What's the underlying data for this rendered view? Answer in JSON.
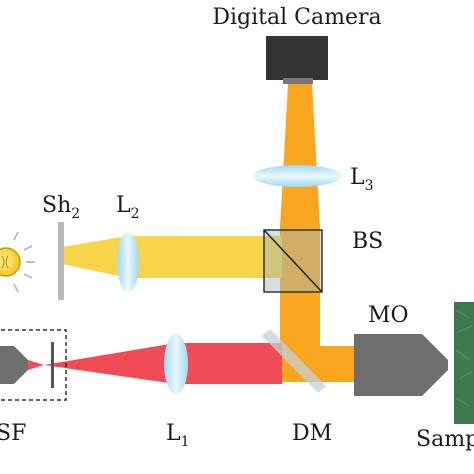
{
  "labels": {
    "camera": "Digital Camera",
    "shutter": "Sh",
    "shutter_sub": "2",
    "lens2": "L",
    "lens2_sub": "2",
    "lens3": "L",
    "lens3_sub": "3",
    "lens1": "L",
    "lens1_sub": "1",
    "beamsplitter": "BS",
    "objective": "MO",
    "filter": "SF",
    "dichroic": "DM",
    "sample": "Samp"
  },
  "colors": {
    "orange_beam": "#f8a61e",
    "yellow_beam": "#f7d44a",
    "red_beam": "#ee4b55",
    "lens": "#bfe6f7",
    "device": "#6f6f6f",
    "camera_body": "#333333",
    "sample": "#3e7a4e"
  },
  "icons": {
    "lamp": "light-bulb-icon"
  }
}
